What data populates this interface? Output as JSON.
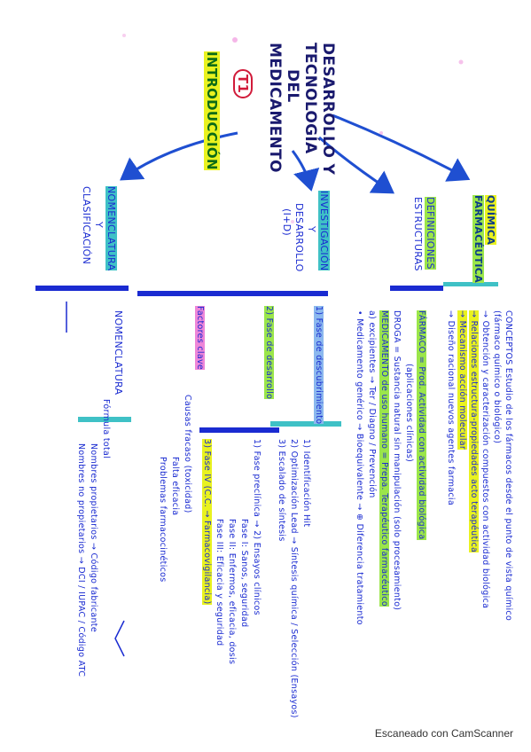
{
  "title": {
    "line1": "DESARROLLO Y",
    "line2": "TECNOLOGÍA",
    "line3": "DEL",
    "line4": "MEDICAMENTO"
  },
  "intro": {
    "label": "INTRODUCCIÓN",
    "tag": "T1"
  },
  "branches": {
    "quimica": {
      "label1": "QUÍMICA",
      "label2": "FARMACÉUTICA"
    },
    "definiciones": {
      "label1": "DEFINICIONES",
      "label2": "ESTRUCTURAS"
    },
    "investigacion": {
      "label1": "INVESTIGACIÓN",
      "label2": "Y",
      "label3": "DESARROLLO",
      "label4": "(I+D)"
    },
    "nomenclatura": {
      "label1": "NOMENCLATURA",
      "label2": "Y",
      "label3": "CLASIFICACIÓN"
    }
  },
  "quimica_notes": [
    "CONCEPTOS Estudio de los fármacos desde el punto de vista químico",
    "(fármaco químico o biológico)",
    "→ Obtención y caracterización compuestos con actividad biológica",
    "→ Relaciones estructura-propiedades acto terapéutica",
    "→ Mecanismo acción molecular",
    "→ Diseño racional nuevos agentes farmacia"
  ],
  "definiciones_notes": [
    "FÁRMACO = Prod. Actividad con actividad biológica",
    "(aplicaciones clínicas)",
    "DROGA = Sustancia natural sin manipulación (solo procesamiento)",
    "MEDICAMENTO de uso humano = Prepa. Terapéutico farmacéutico",
    "a) excipientes → Ter / Diagno / Prevención",
    "• Medicamento genérico → Bioequivalente → ⊕ Diferencia tratamiento"
  ],
  "investigacion_steps": [
    "1) Fase de descubrimiento",
    "1) Identificación Hit",
    "2) Optimización Lead → Síntesis química / Selección (Ensayos)",
    "3) Escalado de síntesis",
    "2) Fase de desarrollo",
    "1) Fase preclínica → 2) Ensayos clínicos",
    "Fase I: Sanos, seguridad",
    "Fase II: Enfermos, eficacia, dosis",
    "Fase III: Eficacia y seguridad",
    "3) Fase IV (C.C. → Farmacovigilancia)"
  ],
  "factores": {
    "label": "Factores clave",
    "items": [
      "Causas fracaso (toxicidad)",
      "Falta eficacia",
      "Problemas farmacocinéticos"
    ]
  },
  "nomenclatura_notes": [
    "NOMENCLATURA",
    "Fórmula total",
    "Nombres propietarios → Código fabricante",
    "Nombres no propietarios → DCI / IUPAC / Código ATC"
  ],
  "footer": "Escaneado con CamScanner",
  "colors": {
    "ink_blue": "#1a2bd1",
    "ink_navy": "#1a1a6e",
    "yellow": "#e9f21f",
    "green": "#9be64a",
    "teal": "#3fc1c6",
    "pink": "#ee86d8"
  }
}
